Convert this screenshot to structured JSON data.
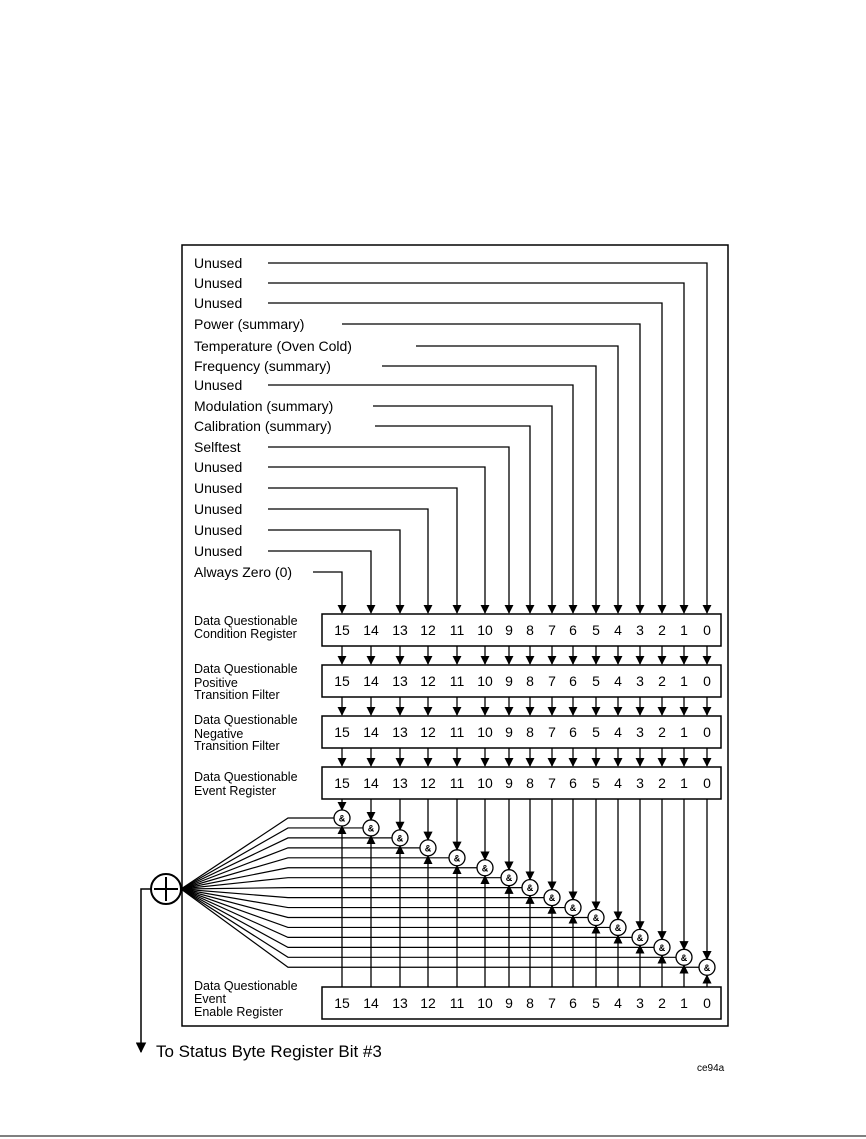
{
  "bit_labels": [
    {
      "bit": 0,
      "text": "Unused"
    },
    {
      "bit": 1,
      "text": "Unused"
    },
    {
      "bit": 2,
      "text": "Unused"
    },
    {
      "bit": 3,
      "text": "Power (summary)"
    },
    {
      "bit": 4,
      "text": "Temperature (Oven Cold)"
    },
    {
      "bit": 5,
      "text": "Frequency (summary)"
    },
    {
      "bit": 6,
      "text": "Unused"
    },
    {
      "bit": 7,
      "text": "Modulation (summary)"
    },
    {
      "bit": 8,
      "text": "Calibration (summary)"
    },
    {
      "bit": 9,
      "text": "Selftest"
    },
    {
      "bit": 10,
      "text": "Unused"
    },
    {
      "bit": 11,
      "text": "Unused"
    },
    {
      "bit": 12,
      "text": "Unused"
    },
    {
      "bit": 13,
      "text": "Unused"
    },
    {
      "bit": 14,
      "text": "Unused"
    },
    {
      "bit": 15,
      "text": "Always Zero (0)"
    }
  ],
  "registers": [
    {
      "id": "condition",
      "label_lines": [
        "Data Questionable",
        "Condition Register"
      ]
    },
    {
      "id": "positive",
      "label_lines": [
        "Data Questionable",
        "Positive",
        "Transition Filter"
      ]
    },
    {
      "id": "negative",
      "label_lines": [
        "Data Questionable",
        "Negative",
        "Transition Filter"
      ]
    },
    {
      "id": "event",
      "label_lines": [
        "Data Questionable",
        "Event Register"
      ]
    },
    {
      "id": "enable",
      "label_lines": [
        "Data Questionable",
        "Event",
        "Enable Register"
      ]
    }
  ],
  "bit_numbers": [
    "15",
    "14",
    "13",
    "12",
    "11",
    "10",
    "9",
    "8",
    "7",
    "6",
    "5",
    "4",
    "3",
    "2",
    "1",
    "0"
  ],
  "and_gate_symbol": "&",
  "summation_symbol": "+",
  "footer_text": "To Status Byte Register Bit #3",
  "figure_id": "ce94a"
}
